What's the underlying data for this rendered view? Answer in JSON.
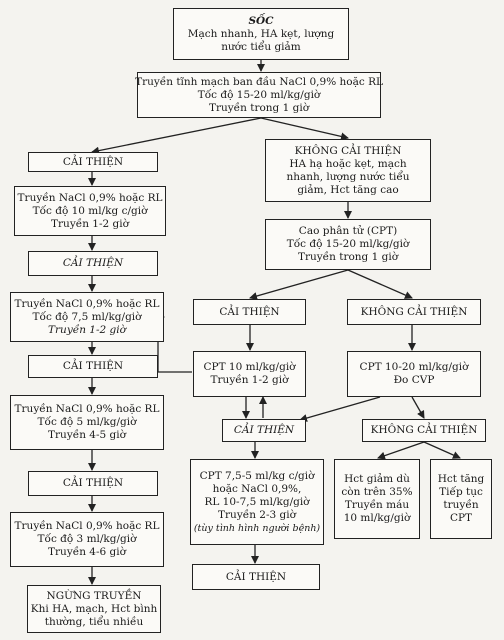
{
  "nodes": {
    "soc": {
      "title": "SỐC",
      "lines": [
        "Mạch nhanh, HA kẹt, lượng",
        "nước tiểu giảm"
      ]
    },
    "initial": {
      "lines": [
        "Truyền tĩnh mạch ban đầu NaCl 0,9% hoặc RL",
        "Tốc độ 15-20 ml/kg/giờ",
        "Truyền trong 1 giờ"
      ]
    },
    "improve1": {
      "label": "CẢI THIỆN"
    },
    "no_improve1": {
      "title": "KHÔNG CẢI THIỆN",
      "lines": [
        "HA hạ hoặc kẹt, mạch",
        "nhanh, lượng nước tiểu",
        "giảm, Hct tăng cao"
      ]
    },
    "left_step1": {
      "lines": [
        "Truyền NaCl 0,9% hoặc RL",
        "Tốc độ 10 ml/kg c/giờ",
        "Truyền 1-2 giờ"
      ]
    },
    "cpt1": {
      "lines": [
        "Cao phân tử (CPT)",
        "Tốc độ 15-20 ml/kg/giờ",
        "Truyền trong 1 giờ"
      ]
    },
    "improve2": {
      "label": "CẢI THIỆN"
    },
    "left_step2": {
      "lines": [
        "Truyền NaCl 0,9% hoặc RL",
        "Tốc độ 7,5 ml/kg/giờ",
        "Truyền 1-2 giờ"
      ]
    },
    "improve_cpt": {
      "label": "CẢI THIỆN"
    },
    "no_improve_cpt": {
      "label": "KHÔNG CẢI THIỆN"
    },
    "improve3": {
      "label": "CẢI THIỆN"
    },
    "cpt10": {
      "lines": [
        "CPT 10 ml/kg/giờ",
        "Truyền 1-2 giờ"
      ]
    },
    "cpt10_20": {
      "lines": [
        "CPT 10-20 ml/kg/giờ",
        "Đo CVP"
      ]
    },
    "left_step3": {
      "lines": [
        "Truyền NaCl 0,9% hoặc RL",
        "Tốc độ 5 ml/kg/giờ",
        "Truyền 4-5 giờ"
      ]
    },
    "improve_mid": {
      "label": "CẢI THIỆN"
    },
    "no_improve_mid": {
      "label": "KHÔNG CẢI THIỆN"
    },
    "improve4": {
      "label": "CẢI THIỆN"
    },
    "cpt_mix": {
      "lines": [
        "CPT 7,5-5 ml/kg c/giờ",
        "hoặc NaCl 0,9%,",
        "RL 10-7,5 ml/kg/giờ",
        "Truyền 2-3 giờ",
        "(tùy tình hình người bệnh)"
      ]
    },
    "hct_drop": {
      "lines": [
        "Hct giảm dù",
        "còn trên 35%",
        "Truyền máu",
        "10 ml/kg/giờ"
      ]
    },
    "hct_rise": {
      "lines": [
        "Hct tăng",
        "Tiếp tục",
        "truyền",
        "CPT"
      ]
    },
    "left_step4": {
      "lines": [
        "Truyền NaCl 0,9% hoặc RL",
        "Tốc độ 3 ml/kg/giờ",
        "Truyền 4-6 giờ"
      ]
    },
    "improve_final": {
      "label": "CẢI THIỆN"
    },
    "stop": {
      "title": "NGỪNG TRUYỀN",
      "lines": [
        "Khi HA, mạch, Hct bình",
        "thường, tiểu nhiều"
      ]
    }
  }
}
